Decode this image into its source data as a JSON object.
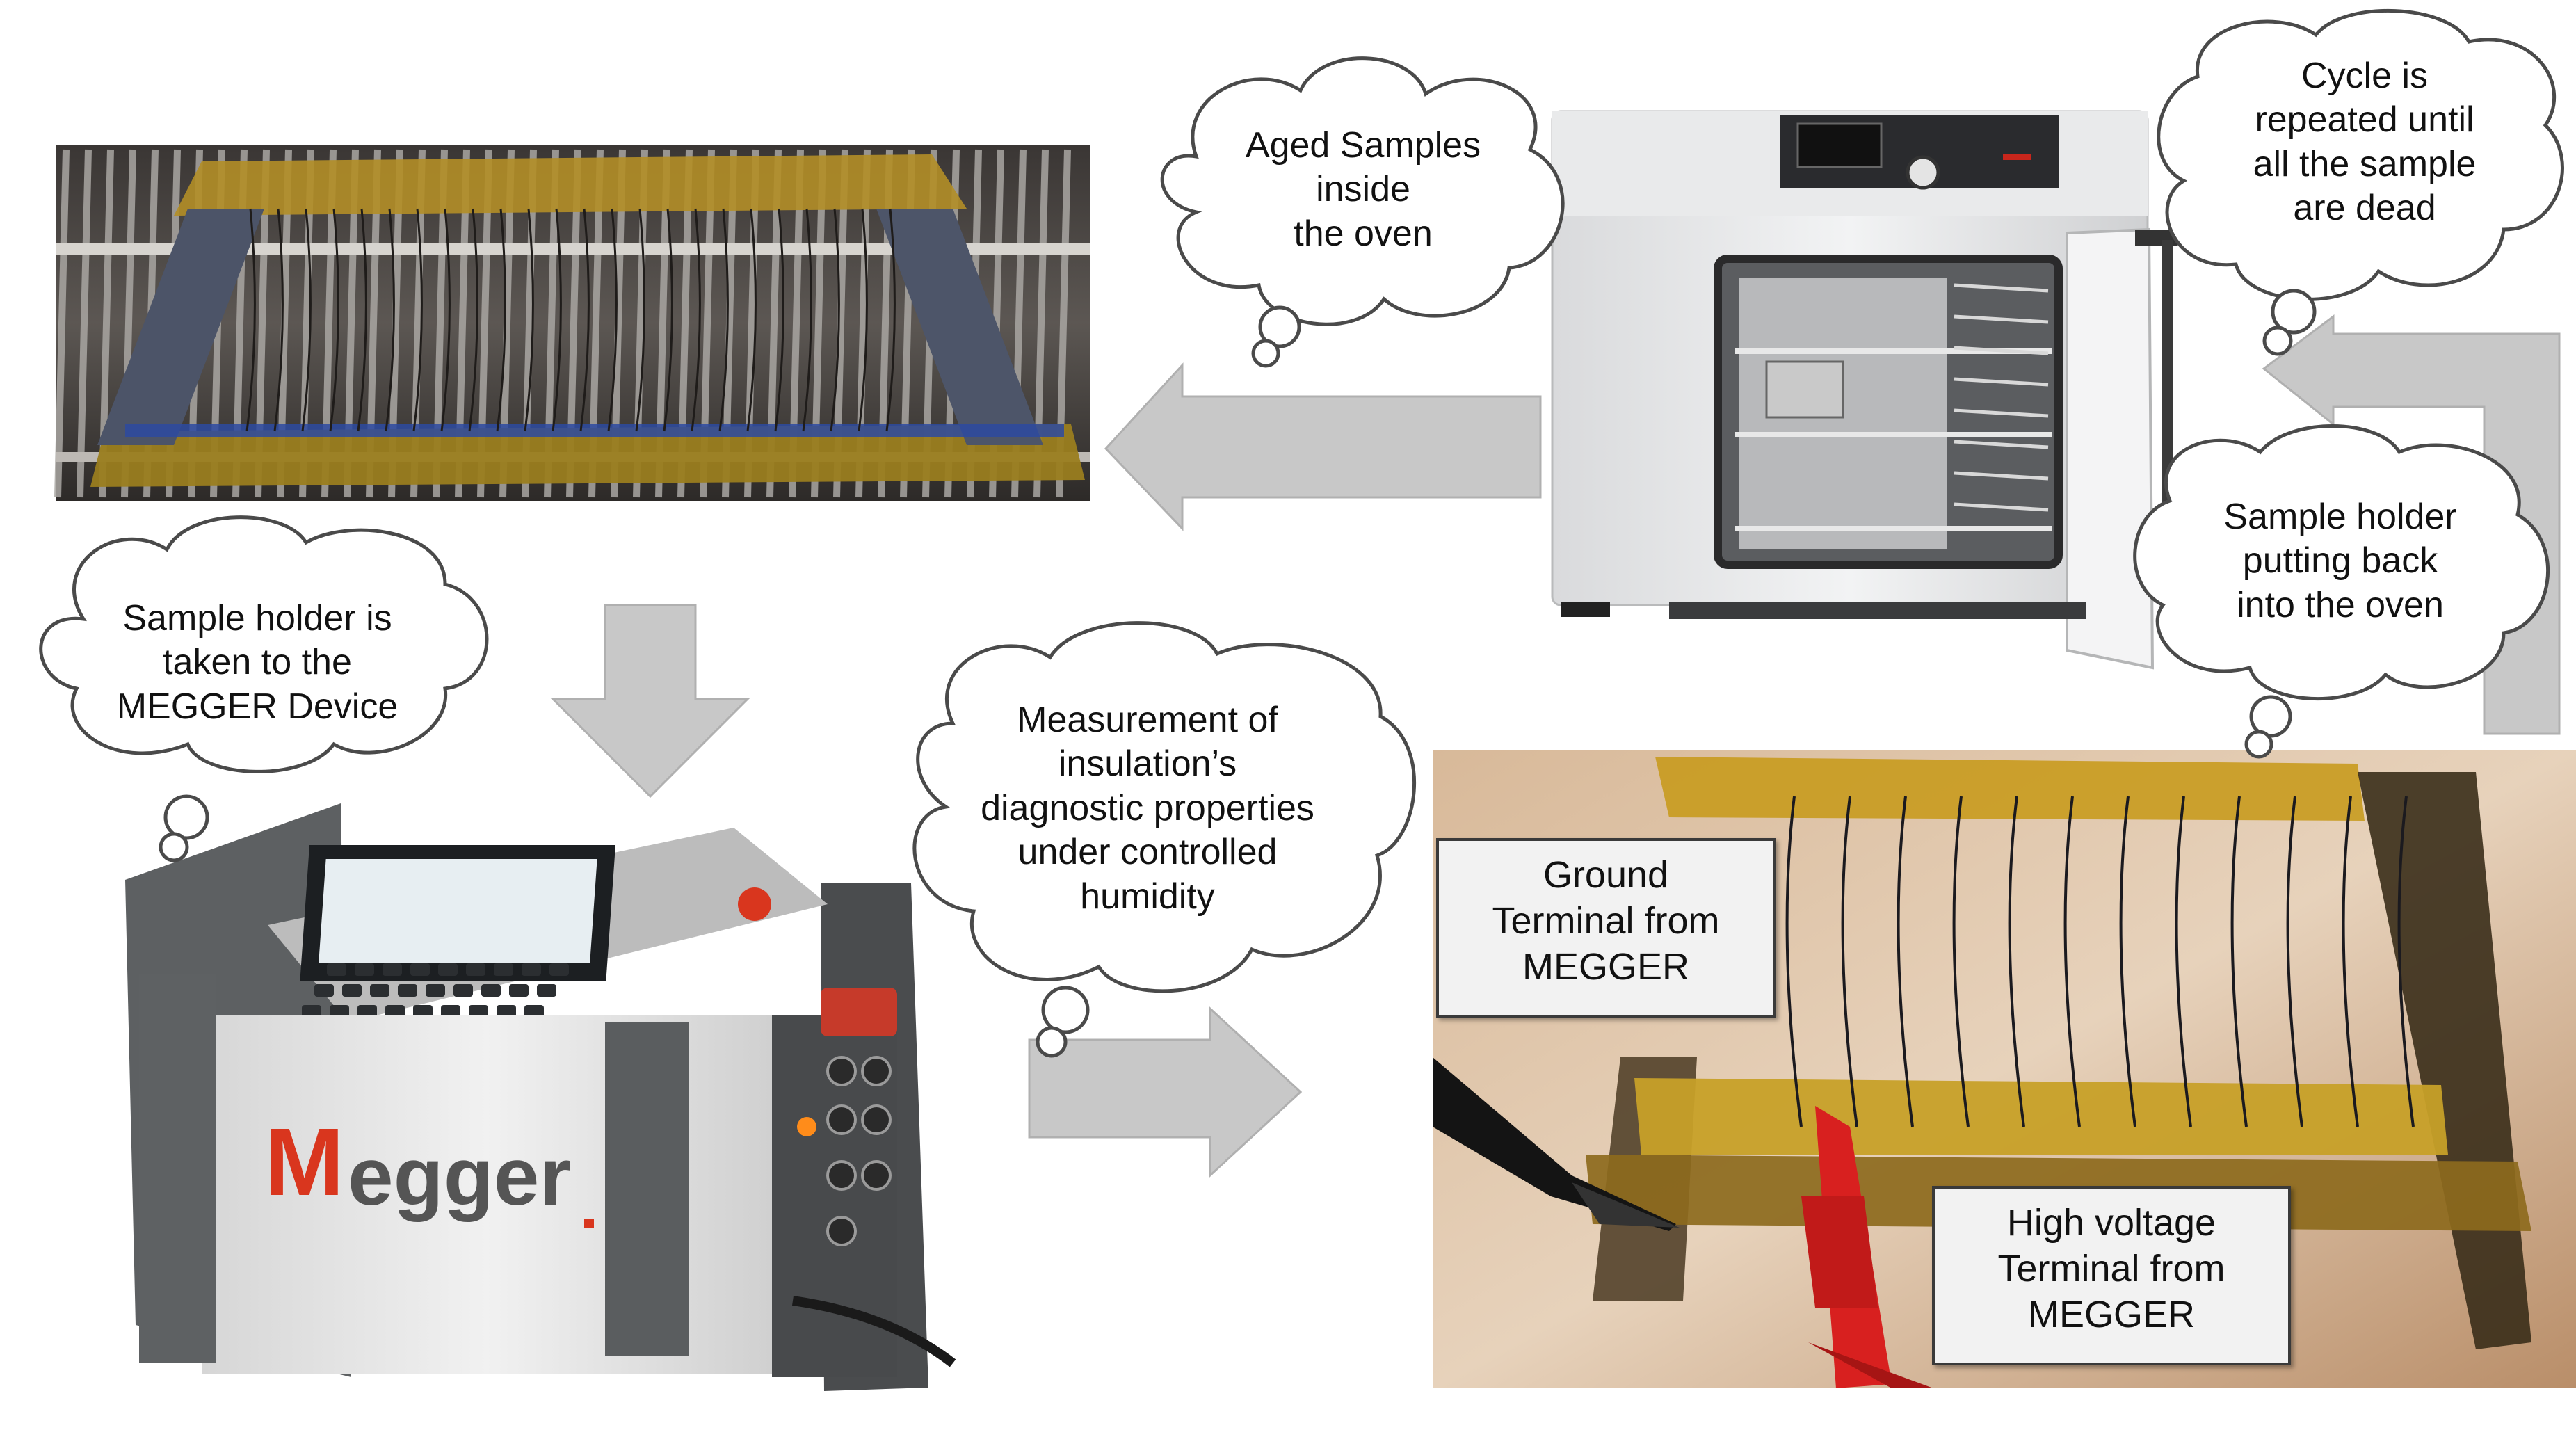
{
  "title": "",
  "photos": {
    "aged_samples": "aged-samples-in-oven-photo",
    "oven": "laboratory-oven-photo",
    "megger_device": "megger-insulation-tester-photo",
    "sample_holder": "sample-holder-with-terminals-photo"
  },
  "device": {
    "brand": "Megger"
  },
  "clouds": {
    "aged_samples": [
      "Aged Samples",
      "inside",
      "the oven"
    ],
    "cycle_repeat": [
      "Cycle is",
      "repeated until",
      "all the sample",
      "are dead"
    ],
    "to_megger": [
      "Sample holder is",
      "taken to the",
      "MEGGER Device"
    ],
    "measurement": [
      "Measurement of",
      "insulation’s",
      "diagnostic properties",
      "under controlled",
      "humidity"
    ],
    "back_to_oven": [
      "Sample holder",
      "putting back",
      "into the oven"
    ]
  },
  "callouts": {
    "ground_terminal": [
      "Ground",
      "Terminal from",
      "MEGGER"
    ],
    "hv_terminal": [
      "High voltage",
      "Terminal from",
      "MEGGER"
    ]
  },
  "colors": {
    "arrow": "#c8c8c8",
    "arrow_stroke": "#b0b0b0",
    "cloud_fill": "#ffffff",
    "cloud_stroke": "#4a4a4a",
    "callout_fill": "#f2f2f2",
    "kapton_tape": "#c79a1a",
    "megger_red": "#d9361e"
  }
}
